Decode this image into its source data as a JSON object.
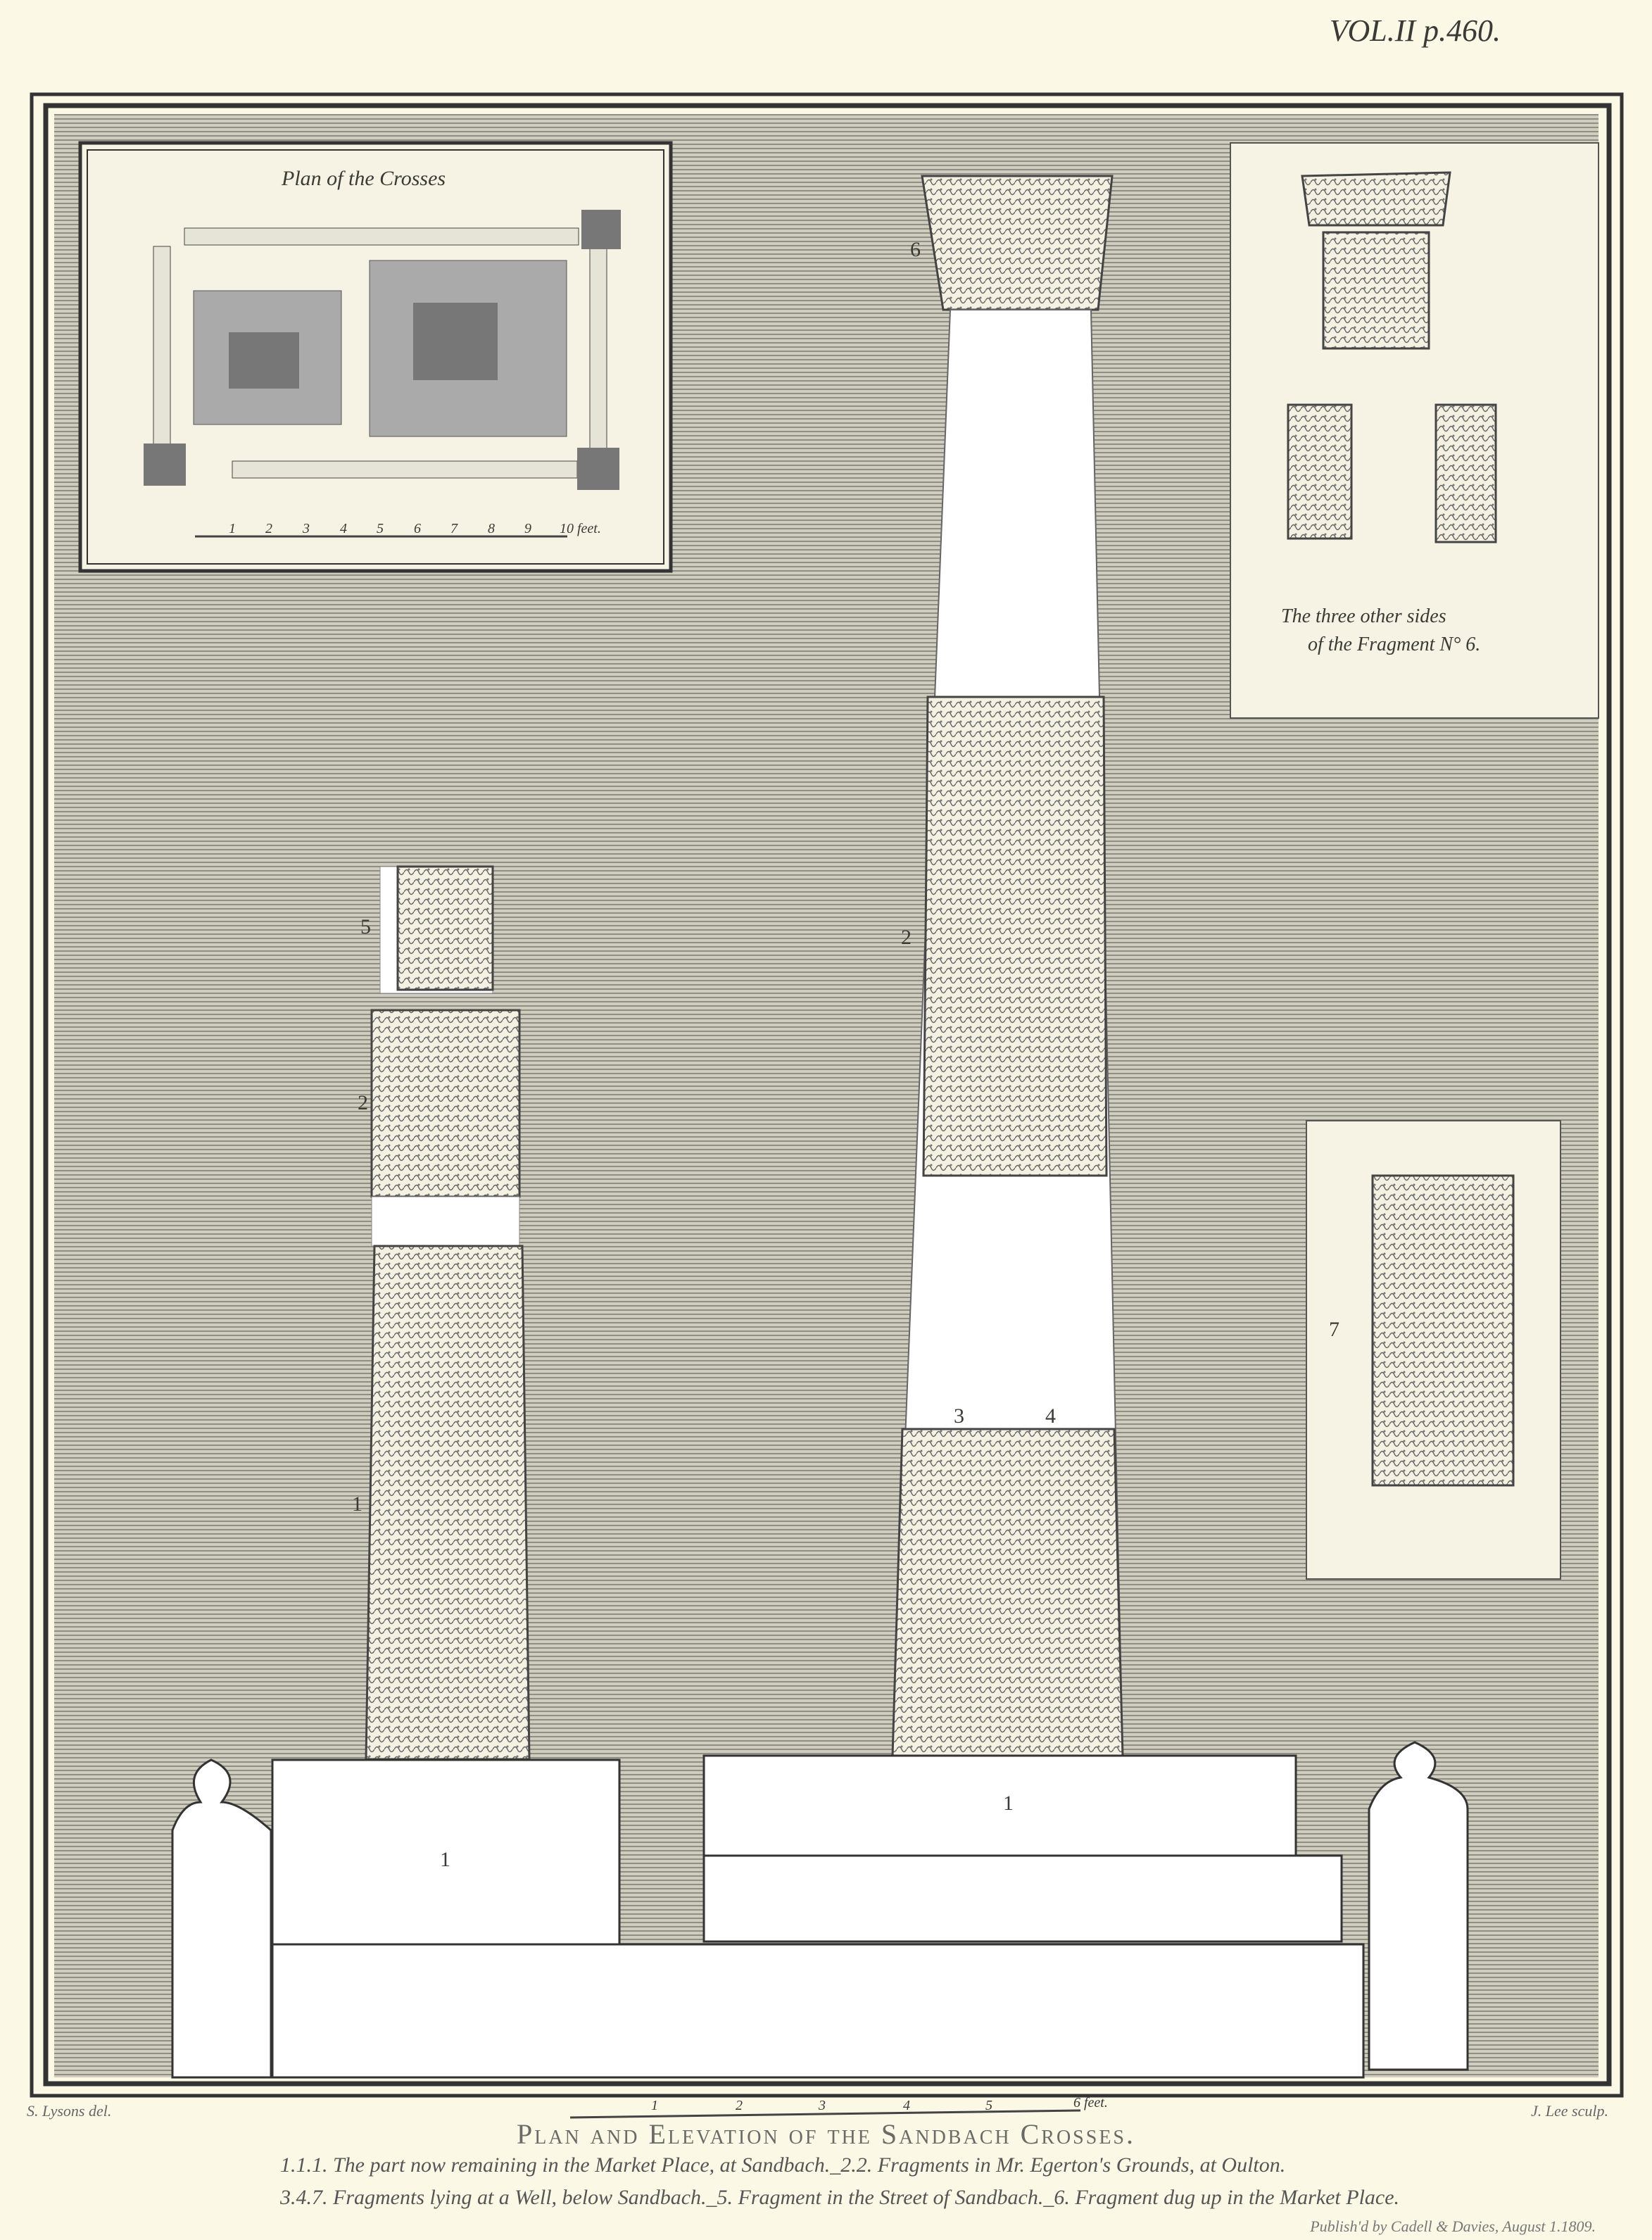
{
  "header": {
    "volume": "VOL.II p.460."
  },
  "plan": {
    "title": "Plan of the Crosses",
    "scale_labels": [
      "1",
      "2",
      "3",
      "4",
      "5",
      "6",
      "7",
      "8",
      "9",
      "10 feet."
    ]
  },
  "fragment6_panel": {
    "caption_line1": "The three other sides",
    "caption_line2": "of the Fragment N° 6."
  },
  "numbers": {
    "n6": "6",
    "n5": "5",
    "n2a": "2",
    "n2b": "2",
    "n1a": "1",
    "n3": "3",
    "n4": "4",
    "n7": "7",
    "base1a": "1",
    "base1b": "1"
  },
  "scale": {
    "labels": [
      "1",
      "2",
      "3",
      "4",
      "5",
      "6 feet."
    ]
  },
  "credits": {
    "drawn": "S. Lysons del.",
    "engraved": "J. Lee sculp.",
    "published": "Publish'd by Cadell & Davies, August 1.1809."
  },
  "caption": {
    "title": "Plan and Elevation of the Sandbach Crosses.",
    "line1": "1.1.1. The part now remaining in the Market Place, at Sandbach._2.2. Fragments in Mr. Egerton's Grounds, at Oulton.",
    "line2": "3.4.7. Fragments lying at a Well, below Sandbach._5. Fragment in the Street of Sandbach._6. Fragment dug up in the Market Place."
  }
}
